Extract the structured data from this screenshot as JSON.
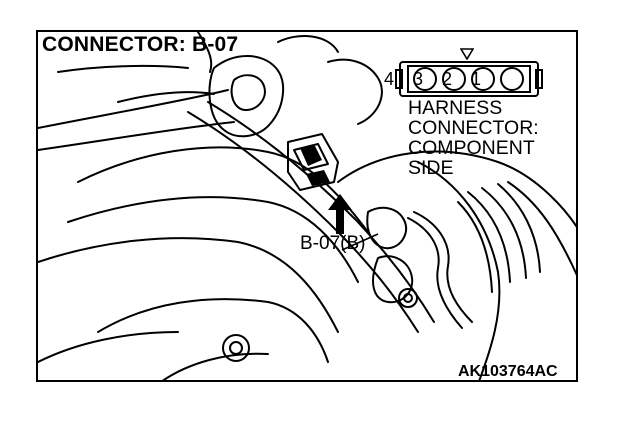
{
  "title": "CONNECTOR: B-07",
  "harness_label": [
    "HARNESS",
    "CONNECTOR:",
    "COMPONENT",
    "SIDE"
  ],
  "connector_pins": [
    "4",
    "3",
    "2",
    "1"
  ],
  "callout_label": "B-07(B)",
  "figure_code": "AK103764AC",
  "icons": {
    "arrow": "black-arrow-icon",
    "key_marker": "triangle-key-icon"
  }
}
